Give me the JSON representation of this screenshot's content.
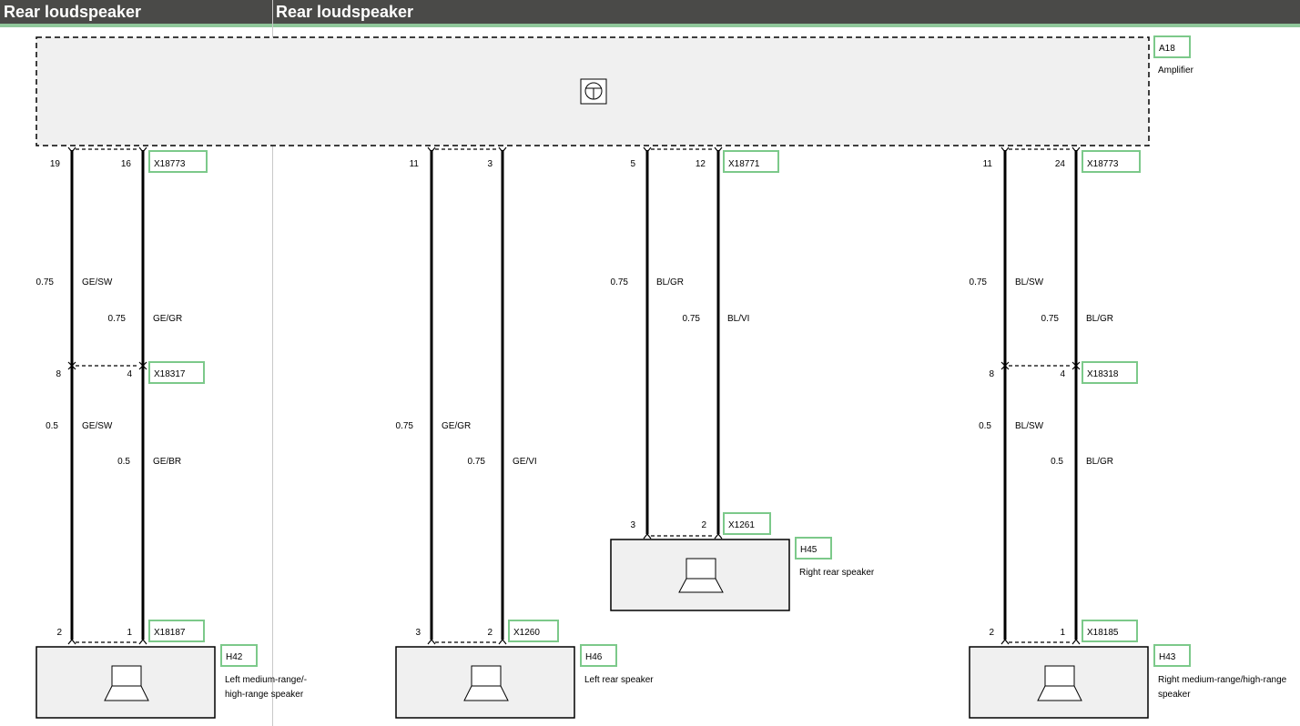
{
  "header": {
    "left_title": "Rear loudspeaker",
    "main_title": "Rear loudspeaker"
  },
  "amplifier": {
    "id": "A18",
    "name": "Amplifier"
  },
  "connectors": {
    "amp_left": "X18773",
    "amp_mid": "X18771",
    "amp_right": "X18773",
    "mid_left": "X18317",
    "mid_right": "X18318",
    "h42": "X18187",
    "h46": "X1260",
    "h45": "X1261",
    "h43": "X18185"
  },
  "components": {
    "h42": {
      "id": "H42",
      "name_line1": "Left medium-range/-",
      "name_line2": "high-range speaker"
    },
    "h46": {
      "id": "H46",
      "name": "Left rear speaker"
    },
    "h45": {
      "id": "H45",
      "name": "Right rear speaker"
    },
    "h43": {
      "id": "H43",
      "name_line1": "Right medium-range/high-range",
      "name_line2": "speaker"
    }
  },
  "pins": {
    "w1_top": "19",
    "w2_top": "16",
    "w1_mid": "8",
    "w2_mid": "4",
    "w1_bot": "2",
    "w2_bot": "1",
    "w3_top": "11",
    "w4_top": "3",
    "w3_bot": "3",
    "w4_bot": "2",
    "w5_top": "5",
    "w6_top": "12",
    "w5_bot": "3",
    "w6_bot": "2",
    "w7_top": "11",
    "w8_top": "24",
    "w7_mid": "8",
    "w8_mid": "4",
    "w7_bot": "2",
    "w8_bot": "1"
  },
  "wires": {
    "w1_upper": {
      "size": "0.75",
      "color": "GE/SW"
    },
    "w2_upper": {
      "size": "0.75",
      "color": "GE/GR"
    },
    "w1_lower": {
      "size": "0.5",
      "color": "GE/SW"
    },
    "w2_lower": {
      "size": "0.5",
      "color": "GE/BR"
    },
    "w3": {
      "size": "0.75",
      "color": "GE/GR"
    },
    "w4": {
      "size": "0.75",
      "color": "GE/VI"
    },
    "w5": {
      "size": "0.75",
      "color": "BL/GR"
    },
    "w6": {
      "size": "0.75",
      "color": "BL/VI"
    },
    "w7_upper": {
      "size": "0.75",
      "color": "BL/SW"
    },
    "w8_upper": {
      "size": "0.75",
      "color": "BL/GR"
    },
    "w7_lower": {
      "size": "0.5",
      "color": "BL/SW"
    },
    "w8_lower": {
      "size": "0.5",
      "color": "BL/GR"
    }
  },
  "colors": {
    "header_bg": "#4a4a48",
    "header_accent": "#8fc79a",
    "label_border": "#7cc98a",
    "component_fill": "#f0f0f0"
  }
}
